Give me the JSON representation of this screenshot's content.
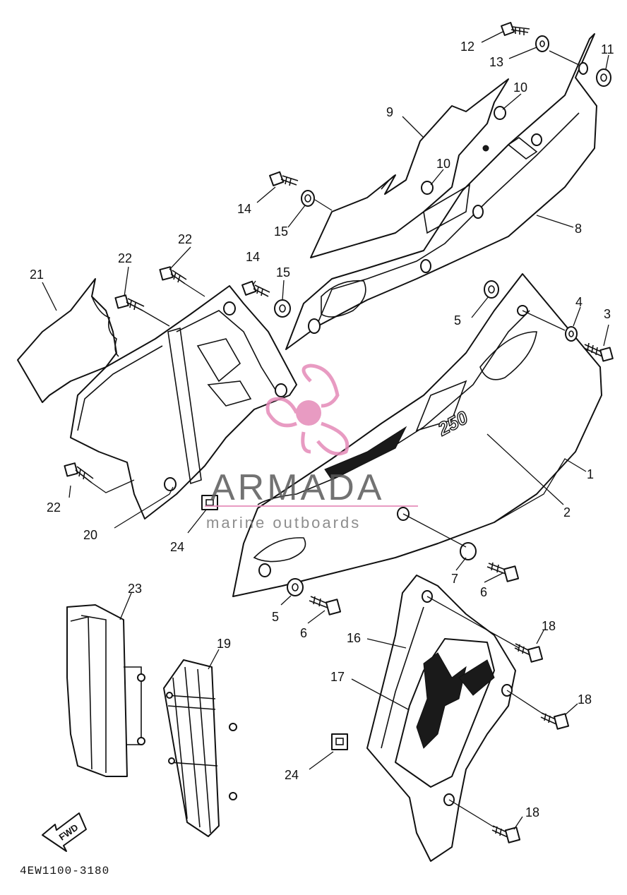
{
  "diagram": {
    "catalog_code": "4EW1100-3180",
    "fwd_label": "FWD",
    "badge_text": "250",
    "watermark": {
      "brand": "ARMADA",
      "tagline": "marine outboards",
      "pink": "#e58ab8",
      "grey": "#6a6a6a"
    },
    "callouts": {
      "c1": "1",
      "c2": "2",
      "c3": "3",
      "c4": "4",
      "c5a": "5",
      "c5b": "5",
      "c6a": "6",
      "c6b": "6",
      "c7": "7",
      "c8": "8",
      "c9": "9",
      "c10a": "10",
      "c10b": "10",
      "c11": "11",
      "c12": "12",
      "c13": "13",
      "c14a": "14",
      "c14b": "14",
      "c15a": "15",
      "c15b": "15",
      "c16": "16",
      "c17": "17",
      "c18a": "18",
      "c18b": "18",
      "c18c": "18",
      "c19": "19",
      "c20": "20",
      "c21": "21",
      "c22a": "22",
      "c22b": "22",
      "c22c": "22",
      "c23": "23",
      "c24a": "24",
      "c24b": "24"
    }
  }
}
